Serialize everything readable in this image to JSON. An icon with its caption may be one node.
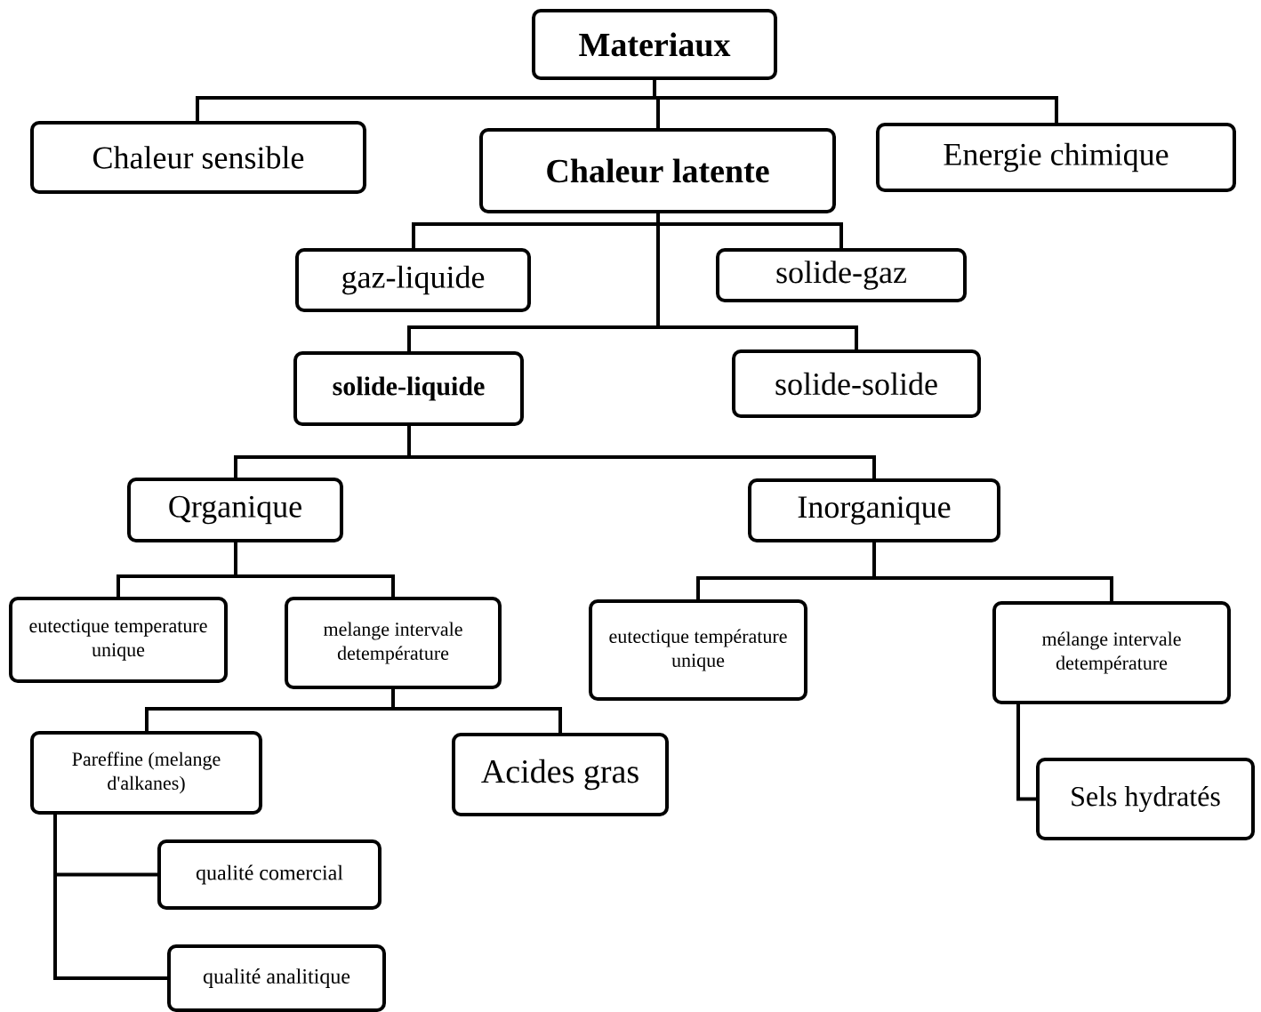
{
  "diagram": {
    "nodes": [
      {
        "text": [
          "Materiaux"
        ]
      },
      {
        "text": [
          "Chaleur sensible"
        ]
      },
      {
        "text": [
          "Chaleur latente"
        ]
      },
      {
        "text": [
          "Energie chimique"
        ]
      },
      {
        "text": [
          "gaz-liquide"
        ]
      },
      {
        "text": [
          "solide-gaz"
        ]
      },
      {
        "text": [
          "solide-liquide"
        ]
      },
      {
        "text": [
          "solide-solide"
        ]
      },
      {
        "text": [
          "Qrganique"
        ]
      },
      {
        "text": [
          "Inorganique"
        ]
      },
      {
        "text": [
          "eutectique temperature unique"
        ]
      },
      {
        "text": [
          "melange intervale detempérature"
        ]
      },
      {
        "text": [
          "eutectique température unique"
        ]
      },
      {
        "text": [
          "mélange intervale detempérature"
        ]
      },
      {
        "text": [
          "Pareffine (melange d'alkanes)"
        ]
      },
      {
        "text": [
          "Acides gras"
        ]
      },
      {
        "text": [
          "Sels hydratés"
        ]
      },
      {
        "text": [
          "qualité comercial"
        ]
      },
      {
        "text": [
          "qualité analitique"
        ]
      }
    ],
    "edges": [
      {
        "from": 0,
        "to": 1,
        "arrow": "none"
      },
      {
        "from": 0,
        "to": 2,
        "arrow": "none"
      },
      {
        "from": 0,
        "to": 3,
        "arrow": "none"
      },
      {
        "from": 2,
        "to": 4,
        "arrow": "none"
      },
      {
        "from": 2,
        "to": 5,
        "arrow": "none"
      },
      {
        "from": 2,
        "to": 6,
        "arrow": "none"
      },
      {
        "from": 2,
        "to": 7,
        "arrow": "none"
      },
      {
        "from": 6,
        "to": 8,
        "arrow": "none"
      },
      {
        "from": 6,
        "to": 9,
        "arrow": "none"
      },
      {
        "from": 8,
        "to": 10,
        "arrow": "none"
      },
      {
        "from": 8,
        "to": 11,
        "arrow": "none"
      },
      {
        "from": 9,
        "to": 12,
        "arrow": "none"
      },
      {
        "from": 9,
        "to": 13,
        "arrow": "none"
      },
      {
        "from": 11,
        "to": 14,
        "arrow": "none"
      },
      {
        "from": 11,
        "to": 15,
        "arrow": "none"
      },
      {
        "from": 13,
        "to": 16,
        "arrow": "none"
      },
      {
        "from": 14,
        "to": 17,
        "arrow": "none"
      },
      {
        "from": 14,
        "to": 18,
        "arrow": "none"
      }
    ]
  }
}
